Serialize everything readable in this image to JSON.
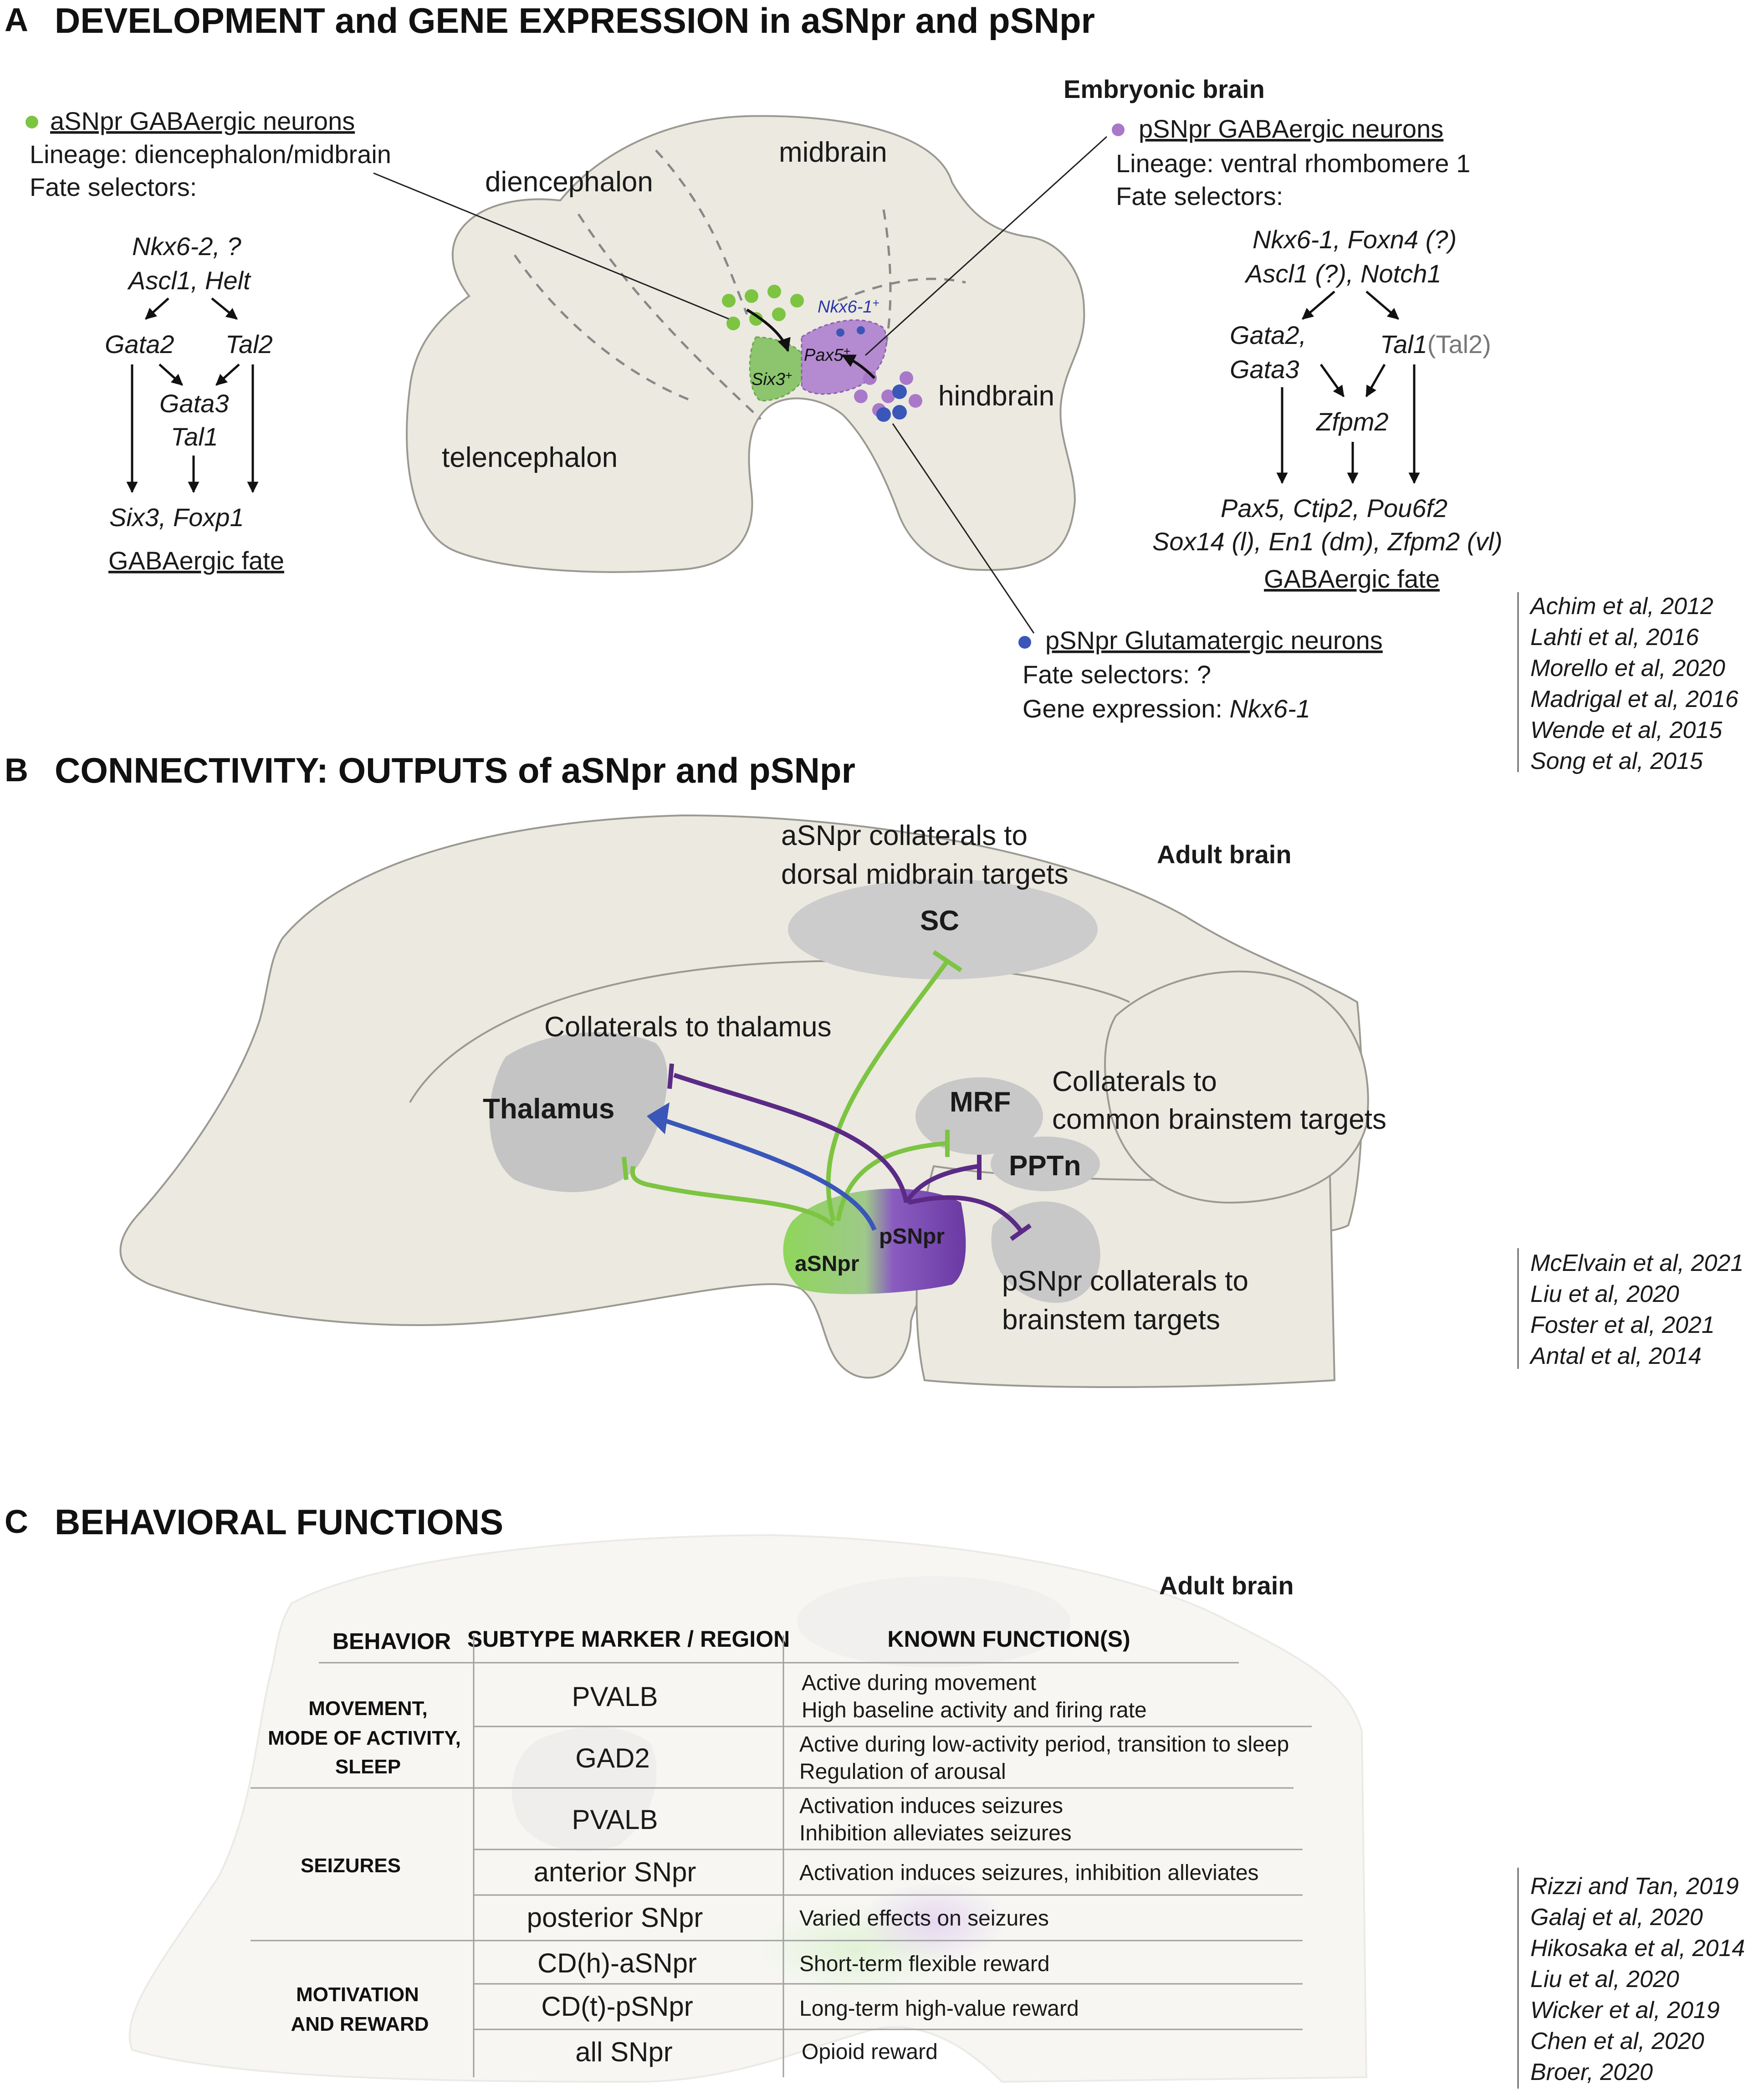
{
  "panel_a": {
    "letter": "A",
    "title": "DEVELOPMENT and GENE EXPRESSION in aSNpr and pSNpr",
    "header": "Embryonic brain",
    "regions": {
      "diencephalon": "diencephalon",
      "midbrain": "midbrain",
      "telencephalon": "telencephalon",
      "hindbrain": "hindbrain"
    },
    "markers": {
      "nkx61": "Nkx6-1",
      "pax5": "Pax5",
      "six3": "Six3",
      "plus": "+"
    },
    "asnpr": {
      "title": "aSNpr GABAergic neurons",
      "lineage": "Lineage: diencephalon/midbrain",
      "fate": "Fate selectors:",
      "g1": "Nkx6-2, ?",
      "g2": "Ascl1, Helt",
      "g3": "Gata2",
      "g4": "Tal2",
      "g5": "Gata3",
      "g6": "Tal1",
      "g7": "Six3, Foxp1",
      "outcome": "GABAergic fate"
    },
    "psnpr": {
      "title": "pSNpr GABAergic neurons",
      "lineage": "Lineage: ventral rhombomere 1",
      "fate": "Fate selectors:",
      "g1": "Nkx6-1, Foxn4 (?)",
      "g2": "Ascl1 (?), Notch1",
      "g3": "Gata2,",
      "g4": "Gata3",
      "g5": "Tal1",
      "g5b": "(Tal2)",
      "g6": "Zfpm2",
      "g7": "Pax5, Ctip2, Pou6f2",
      "g8": "Sox14 (l), En1 (dm), Zfpm2 (vl)",
      "outcome": "GABAergic fate"
    },
    "glut": {
      "title": "pSNpr Glutamatergic neurons",
      "fate": "Fate selectors: ?",
      "expr_label": "Gene expression: ",
      "expr_gene": "Nkx6-1"
    },
    "refs": [
      "Achim et al, 2012",
      "Lahti et al, 2016",
      "Morello et al, 2020",
      "Madrigal et al, 2016",
      "Wende et al, 2015",
      "Song et al, 2015"
    ]
  },
  "panel_b": {
    "letter": "B",
    "title": "CONNECTIVITY: OUTPUTS of aSNpr and pSNpr",
    "header": "Adult brain",
    "sc_note_1": "aSNpr collaterals to",
    "sc_note_2": "dorsal midbrain targets",
    "sc": "SC",
    "thal_note": "Collaterals to thalamus",
    "thalamus": "Thalamus",
    "mrf": "MRF",
    "pptn": "PPTn",
    "common_1": "Collaterals to",
    "common_2": "common brainstem targets",
    "psnpr": "pSNpr",
    "asnpr": "aSNpr",
    "ps_note_1": "pSNpr collaterals to",
    "ps_note_2": "brainstem targets",
    "refs": [
      "McElvain et al, 2021",
      "Liu et al, 2020",
      "Foster et al, 2021",
      "Antal et al, 2014"
    ]
  },
  "panel_c": {
    "letter": "C",
    "title": "BEHAVIORAL FUNCTIONS",
    "header": "Adult brain",
    "columns": [
      "BEHAVIOR",
      "SUBTYPE MARKER / REGION",
      "KNOWN FUNCTION(S)"
    ],
    "groups": [
      {
        "lines": [
          "MOVEMENT,",
          "MODE OF ACTIVITY,",
          "SLEEP"
        ]
      },
      {
        "lines": [
          "SEIZURES"
        ]
      },
      {
        "lines": [
          "MOTIVATION",
          "AND REWARD"
        ]
      }
    ],
    "rows": [
      {
        "marker": "PVALB",
        "f1": "Active during movement",
        "f2": "High baseline activity and firing rate"
      },
      {
        "marker": "GAD2",
        "f1": "Active during low-activity period, transition to sleep",
        "f2": "Regulation of arousal"
      },
      {
        "marker": "PVALB",
        "f1": "Activation induces seizures",
        "f2": "Inhibition alleviates seizures"
      },
      {
        "marker": "anterior SNpr",
        "f1": "Activation induces seizures, inhibition alleviates",
        "f2": ""
      },
      {
        "marker": "posterior SNpr",
        "f1": "Varied effects on seizures",
        "f2": ""
      },
      {
        "marker": "CD(h)-aSNpr",
        "f1": "Short-term flexible reward",
        "f2": ""
      },
      {
        "marker": "CD(t)-pSNpr",
        "f1": "Long-term high-value reward",
        "f2": ""
      },
      {
        "marker": "all SNpr",
        "f1": "Opioid reward",
        "f2": ""
      }
    ],
    "refs": [
      "Rizzi and Tan, 2019",
      "Galaj et al, 2020",
      "Hikosaka et al, 2014",
      "Liu et al, 2020",
      "Wicker et al, 2019",
      "Chen et al, 2020",
      "Broer, 2020"
    ]
  },
  "colors": {
    "green": "#7dc442",
    "purple": "#5b2a86",
    "blue": "#3a56b8",
    "violet": "#a978c9",
    "brain_fill": "#ebe9e0",
    "region_gray": "#cccccc"
  }
}
